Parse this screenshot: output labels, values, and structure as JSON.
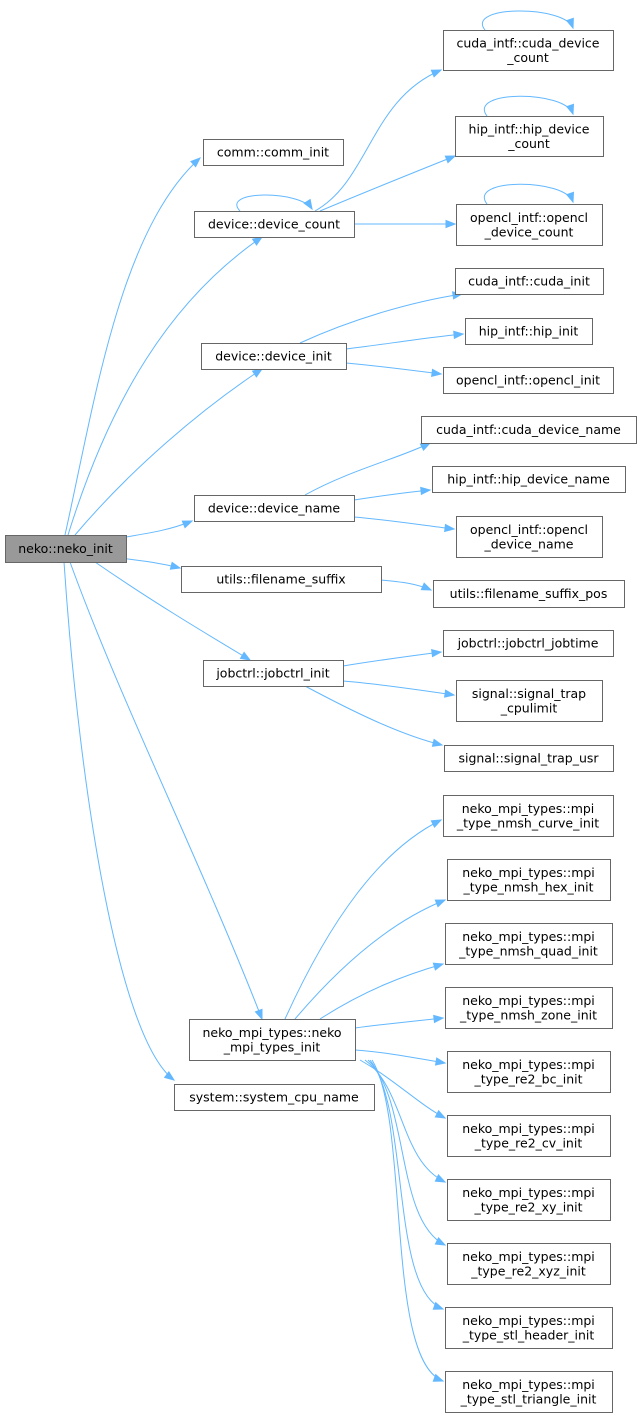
{
  "nodes": [
    {
      "id": "neko_init",
      "lines": [
        "neko::neko_init"
      ],
      "root": true
    },
    {
      "id": "comm_init",
      "lines": [
        "comm::comm_init"
      ]
    },
    {
      "id": "device_count",
      "lines": [
        "device::device_count"
      ]
    },
    {
      "id": "device_init",
      "lines": [
        "device::device_init"
      ]
    },
    {
      "id": "device_name",
      "lines": [
        "device::device_name"
      ]
    },
    {
      "id": "filename_suffix",
      "lines": [
        "utils::filename_suffix"
      ]
    },
    {
      "id": "jobctrl_init",
      "lines": [
        "jobctrl::jobctrl_init"
      ]
    },
    {
      "id": "neko_mpi_types_init",
      "lines": [
        "neko_mpi_types::neko",
        "_mpi_types_init"
      ]
    },
    {
      "id": "system_cpu_name",
      "lines": [
        "system::system_cpu_name"
      ]
    },
    {
      "id": "cuda_device_count",
      "lines": [
        "cuda_intf::cuda_device",
        "_count"
      ]
    },
    {
      "id": "hip_device_count",
      "lines": [
        "hip_intf::hip_device",
        "_count"
      ]
    },
    {
      "id": "opencl_device_count",
      "lines": [
        "opencl_intf::opencl",
        "_device_count"
      ]
    },
    {
      "id": "cuda_init",
      "lines": [
        "cuda_intf::cuda_init"
      ]
    },
    {
      "id": "hip_init",
      "lines": [
        "hip_intf::hip_init"
      ]
    },
    {
      "id": "opencl_init",
      "lines": [
        "opencl_intf::opencl_init"
      ]
    },
    {
      "id": "cuda_device_name",
      "lines": [
        "cuda_intf::cuda_device_name"
      ]
    },
    {
      "id": "hip_device_name",
      "lines": [
        "hip_intf::hip_device_name"
      ]
    },
    {
      "id": "opencl_device_name",
      "lines": [
        "opencl_intf::opencl",
        "_device_name"
      ]
    },
    {
      "id": "filename_suffix_pos",
      "lines": [
        "utils::filename_suffix_pos"
      ]
    },
    {
      "id": "jobctrl_jobtime",
      "lines": [
        "jobctrl::jobctrl_jobtime"
      ]
    },
    {
      "id": "signal_trap_cpulimit",
      "lines": [
        "signal::signal_trap",
        "_cpulimit"
      ]
    },
    {
      "id": "signal_trap_usr",
      "lines": [
        "signal::signal_trap_usr"
      ]
    },
    {
      "id": "mpi_nmsh_curve",
      "lines": [
        "neko_mpi_types::mpi",
        "_type_nmsh_curve_init"
      ]
    },
    {
      "id": "mpi_nmsh_hex",
      "lines": [
        "neko_mpi_types::mpi",
        "_type_nmsh_hex_init"
      ]
    },
    {
      "id": "mpi_nmsh_quad",
      "lines": [
        "neko_mpi_types::mpi",
        "_type_nmsh_quad_init"
      ]
    },
    {
      "id": "mpi_nmsh_zone",
      "lines": [
        "neko_mpi_types::mpi",
        "_type_nmsh_zone_init"
      ]
    },
    {
      "id": "mpi_re2_bc",
      "lines": [
        "neko_mpi_types::mpi",
        "_type_re2_bc_init"
      ]
    },
    {
      "id": "mpi_re2_cv",
      "lines": [
        "neko_mpi_types::mpi",
        "_type_re2_cv_init"
      ]
    },
    {
      "id": "mpi_re2_xy",
      "lines": [
        "neko_mpi_types::mpi",
        "_type_re2_xy_init"
      ]
    },
    {
      "id": "mpi_re2_xyz",
      "lines": [
        "neko_mpi_types::mpi",
        "_type_re2_xyz_init"
      ]
    },
    {
      "id": "mpi_stl_header",
      "lines": [
        "neko_mpi_types::mpi",
        "_type_stl_header_init"
      ]
    },
    {
      "id": "mpi_stl_triangle",
      "lines": [
        "neko_mpi_types::mpi",
        "_type_stl_triangle_init"
      ]
    }
  ],
  "edges": [
    {
      "from": "neko_init",
      "to": "comm_init"
    },
    {
      "from": "neko_init",
      "to": "device_count"
    },
    {
      "from": "neko_init",
      "to": "device_init"
    },
    {
      "from": "neko_init",
      "to": "device_name"
    },
    {
      "from": "neko_init",
      "to": "filename_suffix"
    },
    {
      "from": "neko_init",
      "to": "jobctrl_init"
    },
    {
      "from": "neko_init",
      "to": "neko_mpi_types_init"
    },
    {
      "from": "neko_init",
      "to": "system_cpu_name"
    },
    {
      "from": "device_count",
      "to": "device_count"
    },
    {
      "from": "device_count",
      "to": "cuda_device_count"
    },
    {
      "from": "device_count",
      "to": "hip_device_count"
    },
    {
      "from": "device_count",
      "to": "opencl_device_count"
    },
    {
      "from": "cuda_device_count",
      "to": "cuda_device_count"
    },
    {
      "from": "hip_device_count",
      "to": "hip_device_count"
    },
    {
      "from": "opencl_device_count",
      "to": "opencl_device_count"
    },
    {
      "from": "device_init",
      "to": "cuda_init"
    },
    {
      "from": "device_init",
      "to": "hip_init"
    },
    {
      "from": "device_init",
      "to": "opencl_init"
    },
    {
      "from": "device_name",
      "to": "cuda_device_name"
    },
    {
      "from": "device_name",
      "to": "hip_device_name"
    },
    {
      "from": "device_name",
      "to": "opencl_device_name"
    },
    {
      "from": "filename_suffix",
      "to": "filename_suffix_pos"
    },
    {
      "from": "jobctrl_init",
      "to": "jobctrl_jobtime"
    },
    {
      "from": "jobctrl_init",
      "to": "signal_trap_cpulimit"
    },
    {
      "from": "jobctrl_init",
      "to": "signal_trap_usr"
    },
    {
      "from": "neko_mpi_types_init",
      "to": "mpi_nmsh_curve"
    },
    {
      "from": "neko_mpi_types_init",
      "to": "mpi_nmsh_hex"
    },
    {
      "from": "neko_mpi_types_init",
      "to": "mpi_nmsh_quad"
    },
    {
      "from": "neko_mpi_types_init",
      "to": "mpi_nmsh_zone"
    },
    {
      "from": "neko_mpi_types_init",
      "to": "mpi_re2_bc"
    },
    {
      "from": "neko_mpi_types_init",
      "to": "mpi_re2_cv"
    },
    {
      "from": "neko_mpi_types_init",
      "to": "mpi_re2_xy"
    },
    {
      "from": "neko_mpi_types_init",
      "to": "mpi_re2_xyz"
    },
    {
      "from": "neko_mpi_types_init",
      "to": "mpi_stl_header"
    },
    {
      "from": "neko_mpi_types_init",
      "to": "mpi_stl_triangle"
    }
  ]
}
